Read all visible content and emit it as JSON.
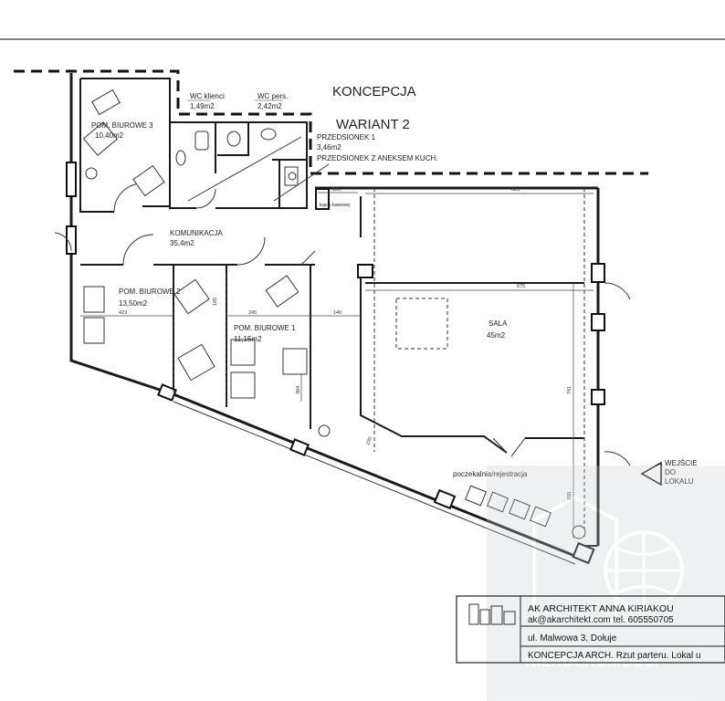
{
  "title": {
    "line1": "KONCEPCJA",
    "line2": "WARIANT 2"
  },
  "rooms": {
    "office3": {
      "name": "POM. BIUROWE 3",
      "area": "10,40m2"
    },
    "wc_clients": {
      "name": "WC klienci",
      "area": "1,49m2"
    },
    "wc_staff": {
      "name": "WC pers.",
      "area": "2,42m2"
    },
    "vestibule1": {
      "name": "PRZEDSIONEK 1",
      "area": "3,46m2"
    },
    "vestibule_kitchen": {
      "name": "PRZEDSIONEK Z ANEKSEM KUCH."
    },
    "corridor": {
      "name": "KOMUNIKACJA",
      "area": "35,4m2"
    },
    "office2": {
      "name": "POM. BIUROWE 2",
      "area": "13,50m2"
    },
    "office1": {
      "name": "POM. BIUROWE 1",
      "area": "11,15m2"
    },
    "hall": {
      "name": "SALA",
      "area": "45m2"
    },
    "waiting": {
      "name": "poczekalnia/rejestracja"
    },
    "coffee": {
      "name": "kącik kawowy"
    }
  },
  "dimensions": [
    "136",
    "685",
    "675",
    "423",
    "245",
    "140",
    "741",
    "105",
    "304",
    "230",
    "150"
  ],
  "entrance": {
    "line1": "WEJŚCIE",
    "line2": "DO",
    "line3": "LOKALU"
  },
  "title_block": {
    "company": "AK ARCHITEKT ANNA KIRIAKOU",
    "contact": "ak@akarchitekt.com  tel. 605550705",
    "address": "ul. Malwowa 3, Dołuje",
    "project": "KONCEPCJA ARCH. Rzut parteru. Lokal u"
  },
  "watermark": {
    "text": "NIERUCHOMOŚCI"
  }
}
